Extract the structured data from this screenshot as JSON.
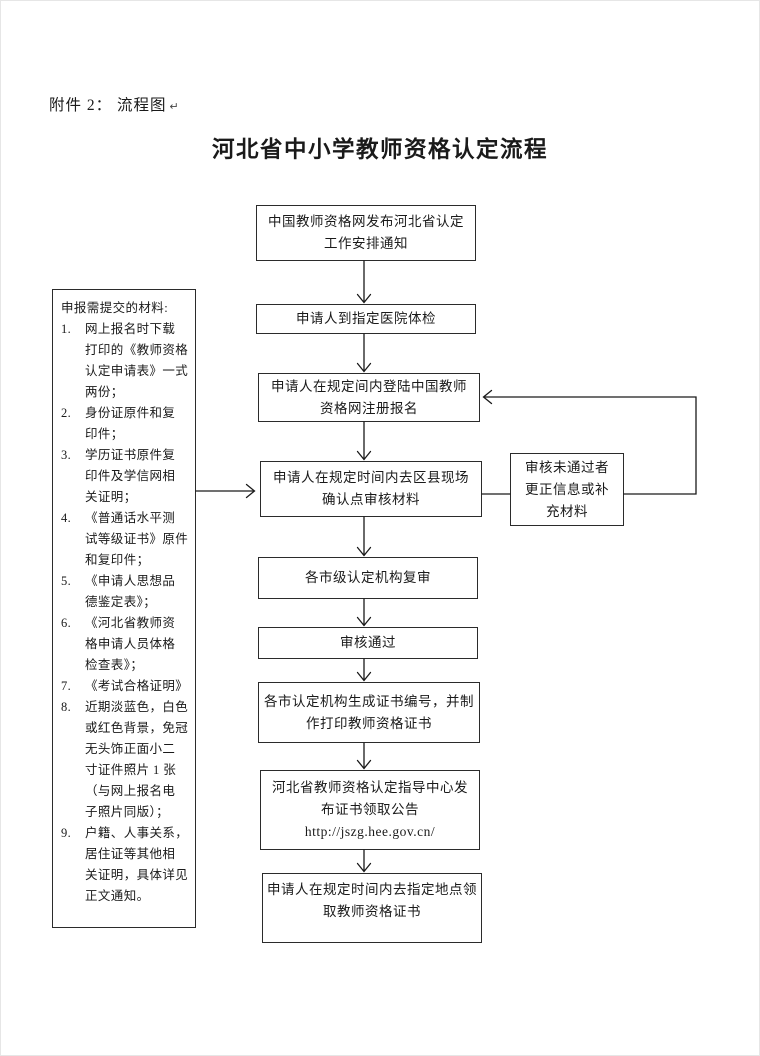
{
  "page": {
    "attachment_label": "附件 2： 流程图",
    "return_mark": "↵",
    "title": "河北省中小学教师资格认定流程"
  },
  "materials": {
    "heading": "申报需提交的材料:",
    "items": [
      {
        "num": "1.",
        "text": "网上报名时下载\n打印的《教师资格\n认定申请表》一式\n两份；"
      },
      {
        "num": "2.",
        "text": "身份证原件和复\n印件；"
      },
      {
        "num": "3.",
        "text": "学历证书原件复\n印件及学信网相\n关证明；"
      },
      {
        "num": "4.",
        "text": "《普通话水平测\n试等级证书》原件\n和复印件；"
      },
      {
        "num": "5.",
        "text": "《申请人思想品\n德鉴定表》；"
      },
      {
        "num": "6.",
        "text": "《河北省教师资\n格申请人员体格\n检查表》；"
      },
      {
        "num": "7.",
        "text": "《考试合格证明》"
      },
      {
        "num": "8.",
        "text": "近期淡蓝色，白色\n或红色背景，免冠\n无头饰正面小二\n寸证件照片 1 张\n（与网上报名电\n子照片同版）；"
      },
      {
        "num": "9.",
        "text": "户籍、人事关系，\n居住证等其他相\n关证明，具体详见\n正文通知。"
      }
    ]
  },
  "flow": {
    "boxes": [
      {
        "text": "中国教师资格网发布河北省认定\n工作安排通知"
      },
      {
        "text": "申请人到指定医院体检"
      },
      {
        "text": "申请人在规定间内登陆中国教师\n资格网注册报名"
      },
      {
        "text": "申请人在规定时间内去区县现场\n确认点审核材料"
      },
      {
        "text": "各市级认定机构复审"
      },
      {
        "text": "审核通过"
      },
      {
        "text": "各市认定机构生成证书编号，并制\n作打印教师资格证书"
      },
      {
        "text": "河北省教师资格认定指导中心发\n布证书领取公告\nhttp://jszg.hee.gov.cn/"
      },
      {
        "text": "申请人在规定时间内去指定地点领\n取教师资格证书"
      }
    ],
    "side_box": {
      "text": "审核未通过者\n更正信息或补\n充材料"
    }
  },
  "colors": {
    "ink": "#1a1a1a",
    "box_border": "#2b2b2b"
  }
}
